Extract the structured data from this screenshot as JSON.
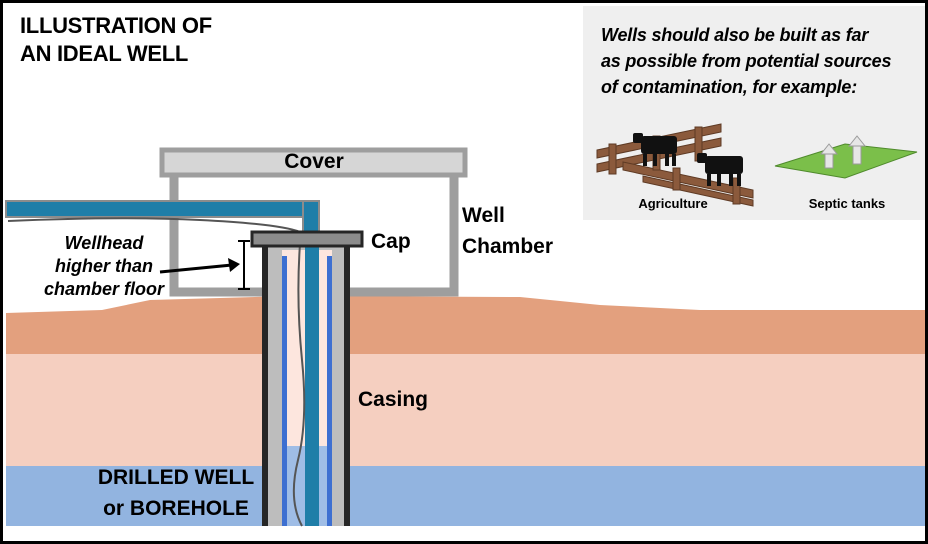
{
  "title_lines": [
    "ILLUSTRATION OF",
    "AN IDEAL WELL"
  ],
  "labels": {
    "cover": "Cover",
    "cap": "Cap",
    "well_chamber_lines": [
      "Well",
      "Chamber"
    ],
    "casing": "Casing",
    "drilled_lines": [
      "DRILLED WELL",
      "or BOREHOLE"
    ],
    "wellhead_lines": [
      "Wellhead",
      "higher than",
      "chamber floor"
    ]
  },
  "inset": {
    "text_lines": [
      "Wells should also be built as far",
      "as possible from potential sources",
      "of contamination, for example:"
    ],
    "agriculture": "Agriculture",
    "septic": "Septic tanks"
  },
  "colors": {
    "topsoil": "#e3a07e",
    "subsoil": "#f5cfc0",
    "water": "#92b4e0",
    "chamber_gray": "#9e9e9e",
    "cover_fill": "#d6d6d6",
    "pipe_teal": "#1f7ea8",
    "casing_dark": "#262626",
    "liner_blue": "#3d6fd1",
    "cap_fill": "#8c8c8c",
    "inset_bg": "#efefef",
    "fence_brown": "#8b5a3c",
    "septic_green": "#7bbf4a"
  }
}
